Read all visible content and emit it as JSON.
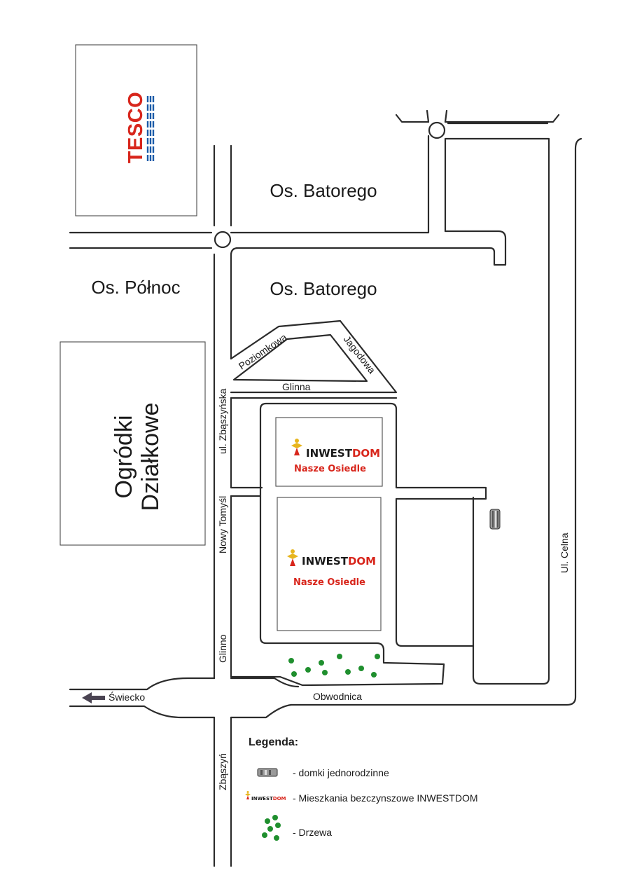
{
  "map": {
    "areas": {
      "tesco": "TESCO",
      "batorego_north": "Os. Batorego",
      "batorego_south": "Os. Batorego",
      "polnoc": "Os. Północ",
      "ogrodki_line1": "Ogródki",
      "ogrodki_line2": "Działkowe"
    },
    "streets": {
      "poziomkowa": "Poziomkowa",
      "jagodowa": "Jagodowa",
      "glinna": "Glinna",
      "zbaszynska": "ul. Zbąszyńska",
      "nowy_tomysl": "Nowy Tomyśl",
      "glinno": "Glinno",
      "celna": "Ul. Celna",
      "obwodnica": "Obwodnica",
      "swiecko": "Świecko",
      "zbaszyn": "Zbąszyń"
    },
    "estates": [
      {
        "brand_a": "INWEST",
        "brand_b": "DOM",
        "slogan": "Nasze Osiedle"
      },
      {
        "brand_a": "INWEST",
        "brand_b": "DOM",
        "slogan": "Nasze Osiedle"
      }
    ],
    "colors": {
      "brand_red": "#d8261c",
      "tree_green": "#1f8f2e",
      "tesco_blue": "#1a5aa8"
    }
  },
  "legend": {
    "title": "Legenda:",
    "items": [
      {
        "icon": "house-icon",
        "text": "- domki jednorodzinne"
      },
      {
        "icon": "inwestdom-logo-icon",
        "logo_a": "INWEST",
        "logo_b": "DOM",
        "text": "- Mieszkania bezczynszowe INWESTDOM"
      },
      {
        "icon": "trees-icon",
        "text": "- Drzewa"
      }
    ]
  }
}
